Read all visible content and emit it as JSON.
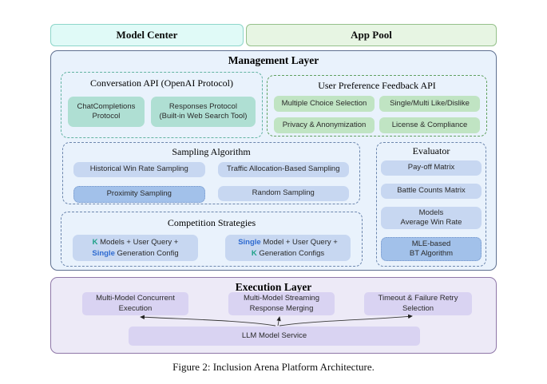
{
  "colors": {
    "teal_accent": "#1ea187",
    "blue_accent": "#2f6bd0",
    "model_center_fill": "#e0faf7",
    "model_center_border": "#8ed6ca",
    "app_pool_fill": "#e7f5e3",
    "app_pool_border": "#95c08b",
    "management_fill": "#e9f2fc",
    "management_border": "#5f7090",
    "teal_chip_fill": "#afdfd3",
    "green_chip_fill": "#c0e4c3",
    "blue_chip_fill": "#c7d7f1",
    "dark_blue_chip_fill": "#a2c1ea",
    "execution_fill": "#edeaf7",
    "execution_border": "#8f77a8",
    "purple_chip_fill": "#d9d3f2"
  },
  "top_row": {
    "model_center_label": "Model Center",
    "app_pool_label": "App Pool"
  },
  "management_layer": {
    "title": "Management Layer",
    "conversation_api": {
      "title": "Conversation API (OpenAI Protocol)",
      "items": [
        "ChatCompletions\nProtocol",
        "Responses Protocol\n(Built-in Web Search Tool)"
      ]
    },
    "feedback_api": {
      "title": "User Preference Feedback API",
      "items": [
        "Multiple Choice Selection",
        "Single/Multi Like/Dislike",
        "Privacy & Anonymization",
        "License & Compliance"
      ]
    },
    "sampling_algorithm": {
      "title": "Sampling Algorithm",
      "items": [
        "Historical Win Rate Sampling",
        "Traffic Allocation-Based Sampling",
        "Proximity Sampling",
        "Random Sampling"
      ]
    },
    "evaluator": {
      "title": "Evaluator",
      "items": [
        "Pay-off Matrix",
        "Battle Counts Matrix",
        "Models\nAverage Win Rate",
        "MLE-based\nBT Algorithm"
      ]
    },
    "competition_strategies": {
      "title": "Competition Strategies",
      "strategy_a": {
        "k": "K",
        "line1_rest": " Models  +  User Query  +",
        "single": "Single",
        "line2_rest": " Generation Config"
      },
      "strategy_b": {
        "single": "Single",
        "line1_rest": " Model  +  User Query  +",
        "k": "K",
        "line2_rest": " Generation Configs"
      }
    }
  },
  "execution_layer": {
    "title": "Execution Layer",
    "items": [
      "Multi-Model Concurrent\nExecution",
      "Multi-Model Streaming\nResponse Merging",
      "Timeout & Failure Retry\nSelection"
    ],
    "service": "LLM Model Service"
  },
  "caption": "Figure 2: Inclusion Arena Platform Architecture."
}
